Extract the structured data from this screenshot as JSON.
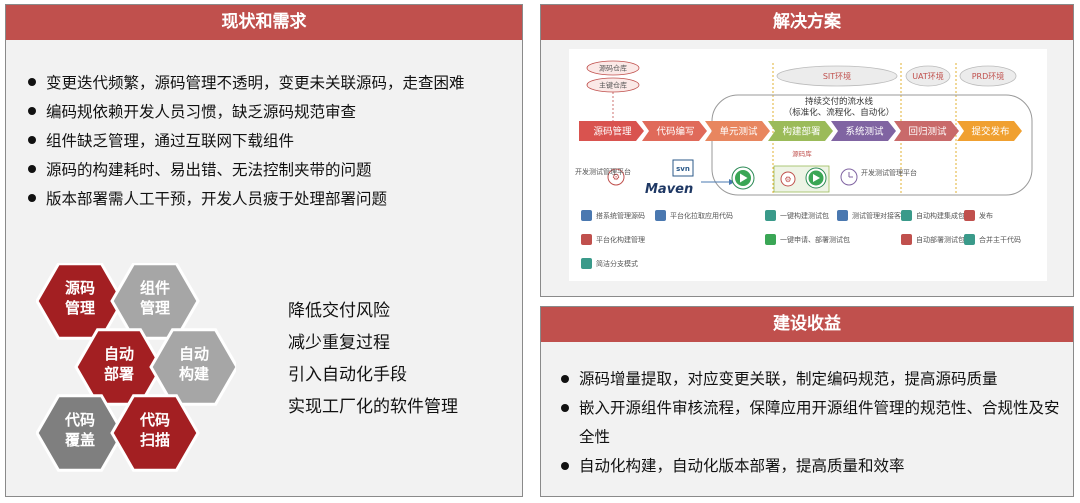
{
  "left_panel": {
    "title": "现状和需求",
    "bullets": [
      "变更迭代频繁，源码管理不透明，变更未关联源码，走查困难",
      "编码规依赖开发人员习惯，缺乏源码规范审查",
      "组件缺乏管理，通过互联网下载组件",
      "源码的构建耗时、易出错、无法控制夹带的问题",
      "版本部署需人工干预，开发人员疲于处理部署问题"
    ],
    "hexagons": [
      {
        "line1": "源码",
        "line2": "管理",
        "color": "#a31f22"
      },
      {
        "line1": "组件",
        "line2": "管理",
        "color": "#a6a6a6"
      },
      {
        "line1": "自动",
        "line2": "部署",
        "color": "#a31f22"
      },
      {
        "line1": "自动",
        "line2": "构建",
        "color": "#a6a6a6"
      },
      {
        "line1": "代码",
        "line2": "覆盖",
        "color": "#7f7f7f"
      },
      {
        "line1": "代码",
        "line2": "扫描",
        "color": "#a31f22"
      }
    ],
    "benefits": [
      "降低交付风险",
      "减少重复过程",
      "引入自动化手段",
      "实现工厂化的软件管理"
    ]
  },
  "right_top_panel": {
    "title": "解决方案",
    "diagram": {
      "repos": [
        "源码仓库",
        "主键仓库"
      ],
      "environments": [
        "SIT环境",
        "UAT环境",
        "PRD环境"
      ],
      "pipeline_title": "持续交付的流水线",
      "pipeline_subtitle": "（标准化、流程化、自动化）",
      "stages": [
        "源码管理",
        "代码编写",
        "单元测试",
        "构建部署",
        "系统测试",
        "回归测试",
        "提交发布"
      ],
      "stage_colors": [
        "#d9534f",
        "#e06a5a",
        "#e8865f",
        "#9bbb59",
        "#8064a2",
        "#c96a6a",
        "#f0a030"
      ],
      "svn": "svn",
      "maven": "Maven",
      "lib_label": "源码库",
      "left_note": "开发测试管理平台",
      "right_note": "开发测试管理平台",
      "features": [
        "搭系统管理源码",
        "平台化拉取应用代码",
        "一键构建测试包",
        "测试管理对接客户",
        "自动构建集成包",
        "发布",
        "平台化构建管理",
        "一键申请、部署测试包",
        "自动部署测试包",
        "合并主干代码",
        "简洁分支模式"
      ]
    }
  },
  "right_bottom_panel": {
    "title": "建设收益",
    "bullets": [
      "源码增量提取，对应变更关联，制定编码规范，提高源码质量",
      "嵌入开源组件审核流程，保障应用开源组件管理的规范性、合规性及安全性",
      "自动化构建，自动化版本部署，提高质量和效率"
    ]
  }
}
